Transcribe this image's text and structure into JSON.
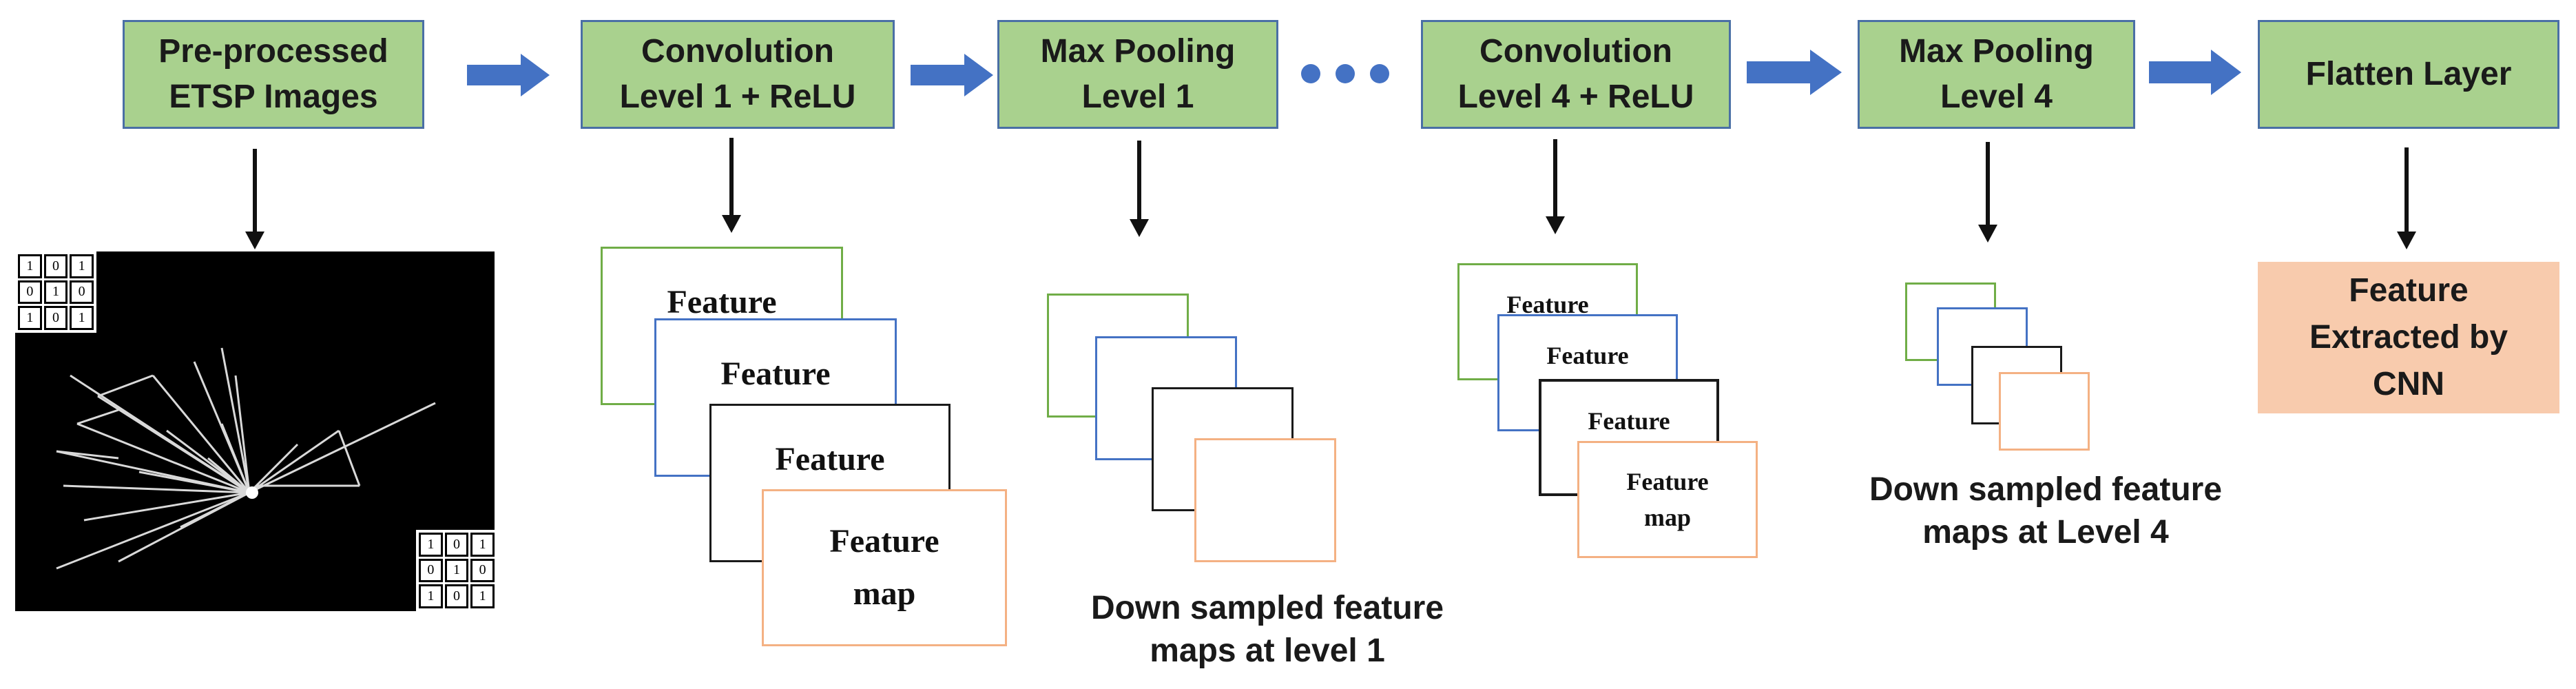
{
  "stages": [
    {
      "lines": [
        "Pre-processed",
        "ETSP Images"
      ]
    },
    {
      "lines": [
        "Convolution",
        "Level 1 + ReLU"
      ]
    },
    {
      "lines": [
        "Max Pooling",
        "Level 1"
      ]
    },
    {
      "lines": [
        "Convolution",
        "Level 4 + ReLU"
      ]
    },
    {
      "lines": [
        "Max Pooling",
        "Level 4"
      ]
    },
    {
      "lines": [
        "Flatten Layer"
      ]
    }
  ],
  "feature_maps": {
    "conv1": [
      {
        "lines": [
          "Feature"
        ]
      },
      {
        "lines": [
          "Feature"
        ]
      },
      {
        "lines": [
          "Feature"
        ]
      },
      {
        "lines": [
          "Feature",
          "map"
        ]
      }
    ],
    "conv4": [
      {
        "lines": [
          "Feature"
        ]
      },
      {
        "lines": [
          "Feature"
        ]
      },
      {
        "lines": [
          "Feature"
        ]
      },
      {
        "lines": [
          "Feature",
          "map"
        ]
      }
    ]
  },
  "captions": {
    "level1": [
      "Down sampled feature",
      "maps at level 1"
    ],
    "level4": [
      "Down sampled feature",
      "maps at Level 4"
    ]
  },
  "output": {
    "lines": [
      "Feature",
      "Extracted by",
      "CNN"
    ]
  },
  "kernel": {
    "cells": [
      "1",
      "0",
      "1",
      "0",
      "1",
      "0",
      "1",
      "0",
      "1"
    ]
  },
  "colors": {
    "stage_fill": "#a9d18e",
    "stage_border": "#4a6fa5",
    "flow_arrow": "#4472c4",
    "output_fill": "#f8cbad",
    "map_green": "#70ad47",
    "map_blue": "#4472c4",
    "map_black": "#1a1a1a",
    "map_orange": "#f4b183"
  }
}
